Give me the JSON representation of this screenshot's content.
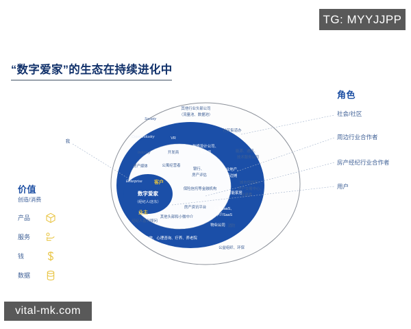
{
  "watermarks": {
    "top_right": "TG: MYYJJPP",
    "bottom_left": "vital-mk.com"
  },
  "title": "“数字爱家”的生态在持续进化中",
  "value_panel": {
    "heading": "价值",
    "subtitle": "创造/消费",
    "items": [
      {
        "label": "产品",
        "icon": "box-icon"
      },
      {
        "label": "服务",
        "icon": "service-icon"
      },
      {
        "label": "钱",
        "icon": "dollar-icon"
      },
      {
        "label": "数据",
        "icon": "database-icon"
      }
    ]
  },
  "role_panel": {
    "heading": "角色",
    "items": [
      "社会/社区",
      "周边行业合作者",
      "房产经纪行业合作者",
      "用户"
    ]
  },
  "me_label": "我",
  "rings": {
    "tags": [
      "Society",
      "Cross-industry",
      "Industry",
      "Enterprise"
    ],
    "society_labels": [
      "其他行业头部公司",
      "（流量池、数据池）",
      "社区街道办",
      "能源、通讯、",
      "技术服务公司",
      "城市规划部、",
      "房产交易中心、",
      "住建委",
      "公安、消防",
      "公益组织、环保"
    ],
    "cross_industry_labels": [
      "VR",
      "装修设计公司、",
      "设计师",
      "商业地产、",
      "街边摊",
      "智能家居",
      "公寓SaaS、",
      "中介SaaS",
      "物业公司",
      "文旅、心理咨询、疗养、养老院"
    ],
    "industry_labels": [
      "开发商",
      "房产媒体",
      "公寓经营者",
      "银行、",
      "房产评估",
      "保险信托等金融机构",
      "房产资讯平台",
      "其他头部和小微中介",
      "经纪人置业顾问"
    ],
    "enterprise": {
      "center_name": "数字爱家",
      "center_sub": "（经纪人/店东）",
      "top_tag": "客户",
      "bottom_tag": "业主"
    }
  },
  "colors": {
    "brand_blue": "#1b4fa8",
    "title_navy": "#12326b",
    "gold": "#e8c33e",
    "label_blue": "#3f6096",
    "watermark_gray": "#595959"
  }
}
